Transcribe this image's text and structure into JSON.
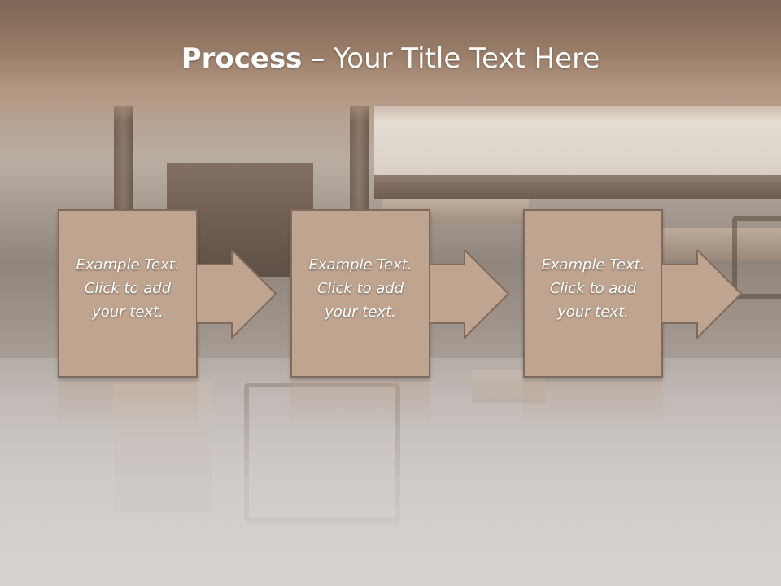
{
  "title": {
    "bold": "Process",
    "rest": " – Your Title Text Here"
  },
  "steps": [
    {
      "lines": [
        "Example Text.",
        "Click  to add",
        "your text."
      ]
    },
    {
      "lines": [
        "Example Text.",
        "Click  to add",
        "your text."
      ]
    },
    {
      "lines": [
        "Example Text.",
        "Click  to add",
        "your text."
      ]
    }
  ],
  "colors": {
    "box_fill": "#bfa48f",
    "box_border": "#7f6a5c",
    "title_band": "#9a7e69",
    "text": "#ffffff"
  }
}
